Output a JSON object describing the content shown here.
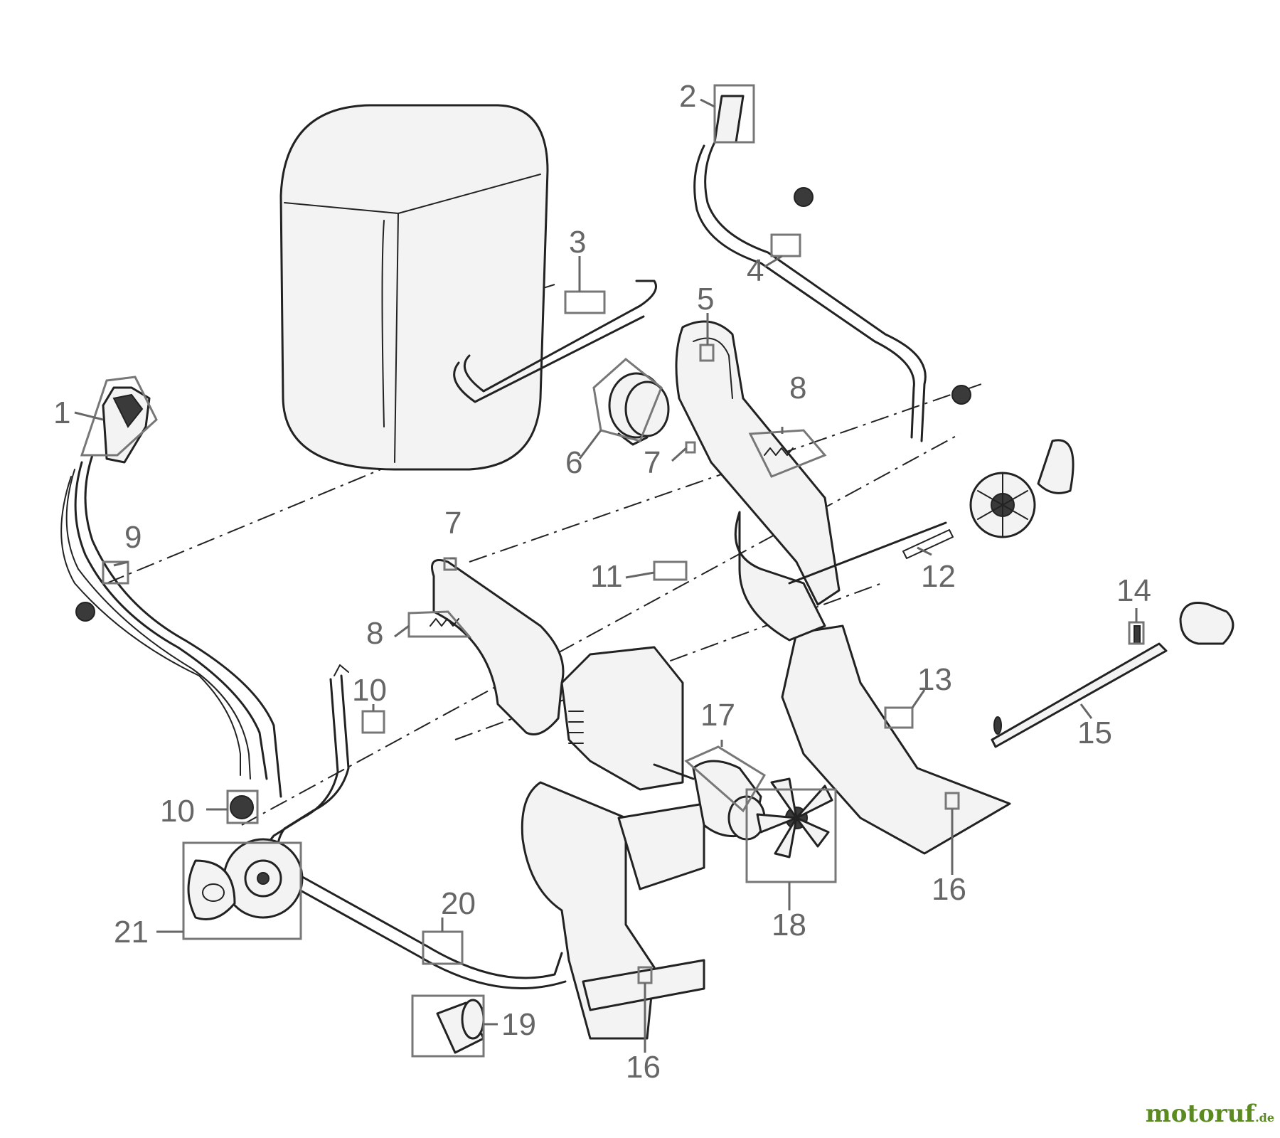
{
  "callouts": {
    "c1": "1",
    "c2": "2",
    "c3": "3",
    "c4": "4",
    "c5": "5",
    "c6": "6",
    "c7a": "7",
    "c7b": "7",
    "c8a": "8",
    "c8b": "8",
    "c9": "9",
    "c10a": "10",
    "c10b": "10",
    "c11": "11",
    "c12": "12",
    "c13": "13",
    "c14": "14",
    "c15": "15",
    "c16a": "16",
    "c16b": "16",
    "c17": "17",
    "c18": "18",
    "c19": "19",
    "c20": "20",
    "c21": "21"
  },
  "watermark": {
    "text_main": "motoruf",
    "text_dot": "",
    "text_tld": ".de"
  },
  "colors": {
    "callout": "#666666",
    "outline": "#222222",
    "watermark_green": "#5a8a20",
    "watermark_red": "#c0392b"
  }
}
